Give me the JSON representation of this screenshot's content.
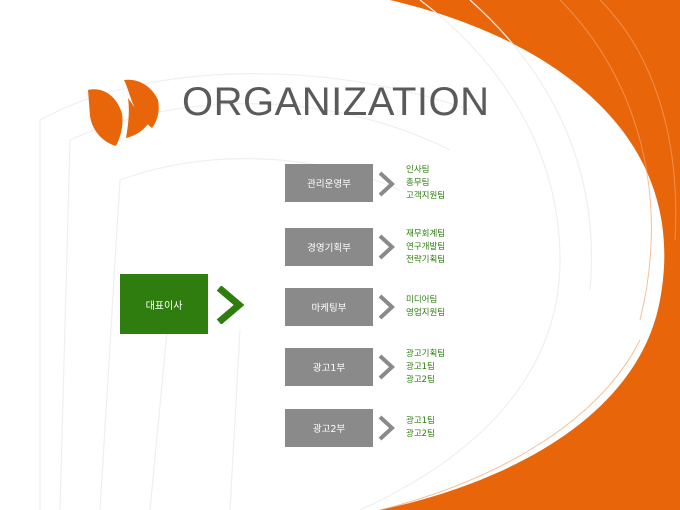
{
  "title": "ORGANIZATION",
  "colors": {
    "orange": "#e8650a",
    "green": "#2e7d0e",
    "gray": "#8a8a8a",
    "team_text": "#2e7d0e"
  },
  "ceo": {
    "label": "대표이사"
  },
  "departments": [
    {
      "label": "관리운영부",
      "teams": [
        "인사팀",
        "총무팀",
        "고객지원팀"
      ]
    },
    {
      "label": "경영기획부",
      "teams": [
        "재무회계팀",
        "연구개발팀",
        "전략기획팀"
      ]
    },
    {
      "label": "마케팅부",
      "teams": [
        "미디어팀",
        "영업지원팀"
      ]
    },
    {
      "label": "광고1부",
      "teams": [
        "광고기획팀",
        "광고1팀",
        "광고2팀"
      ]
    },
    {
      "label": "광고2부",
      "teams": [
        "광고1팀",
        "광고2팀"
      ]
    }
  ]
}
